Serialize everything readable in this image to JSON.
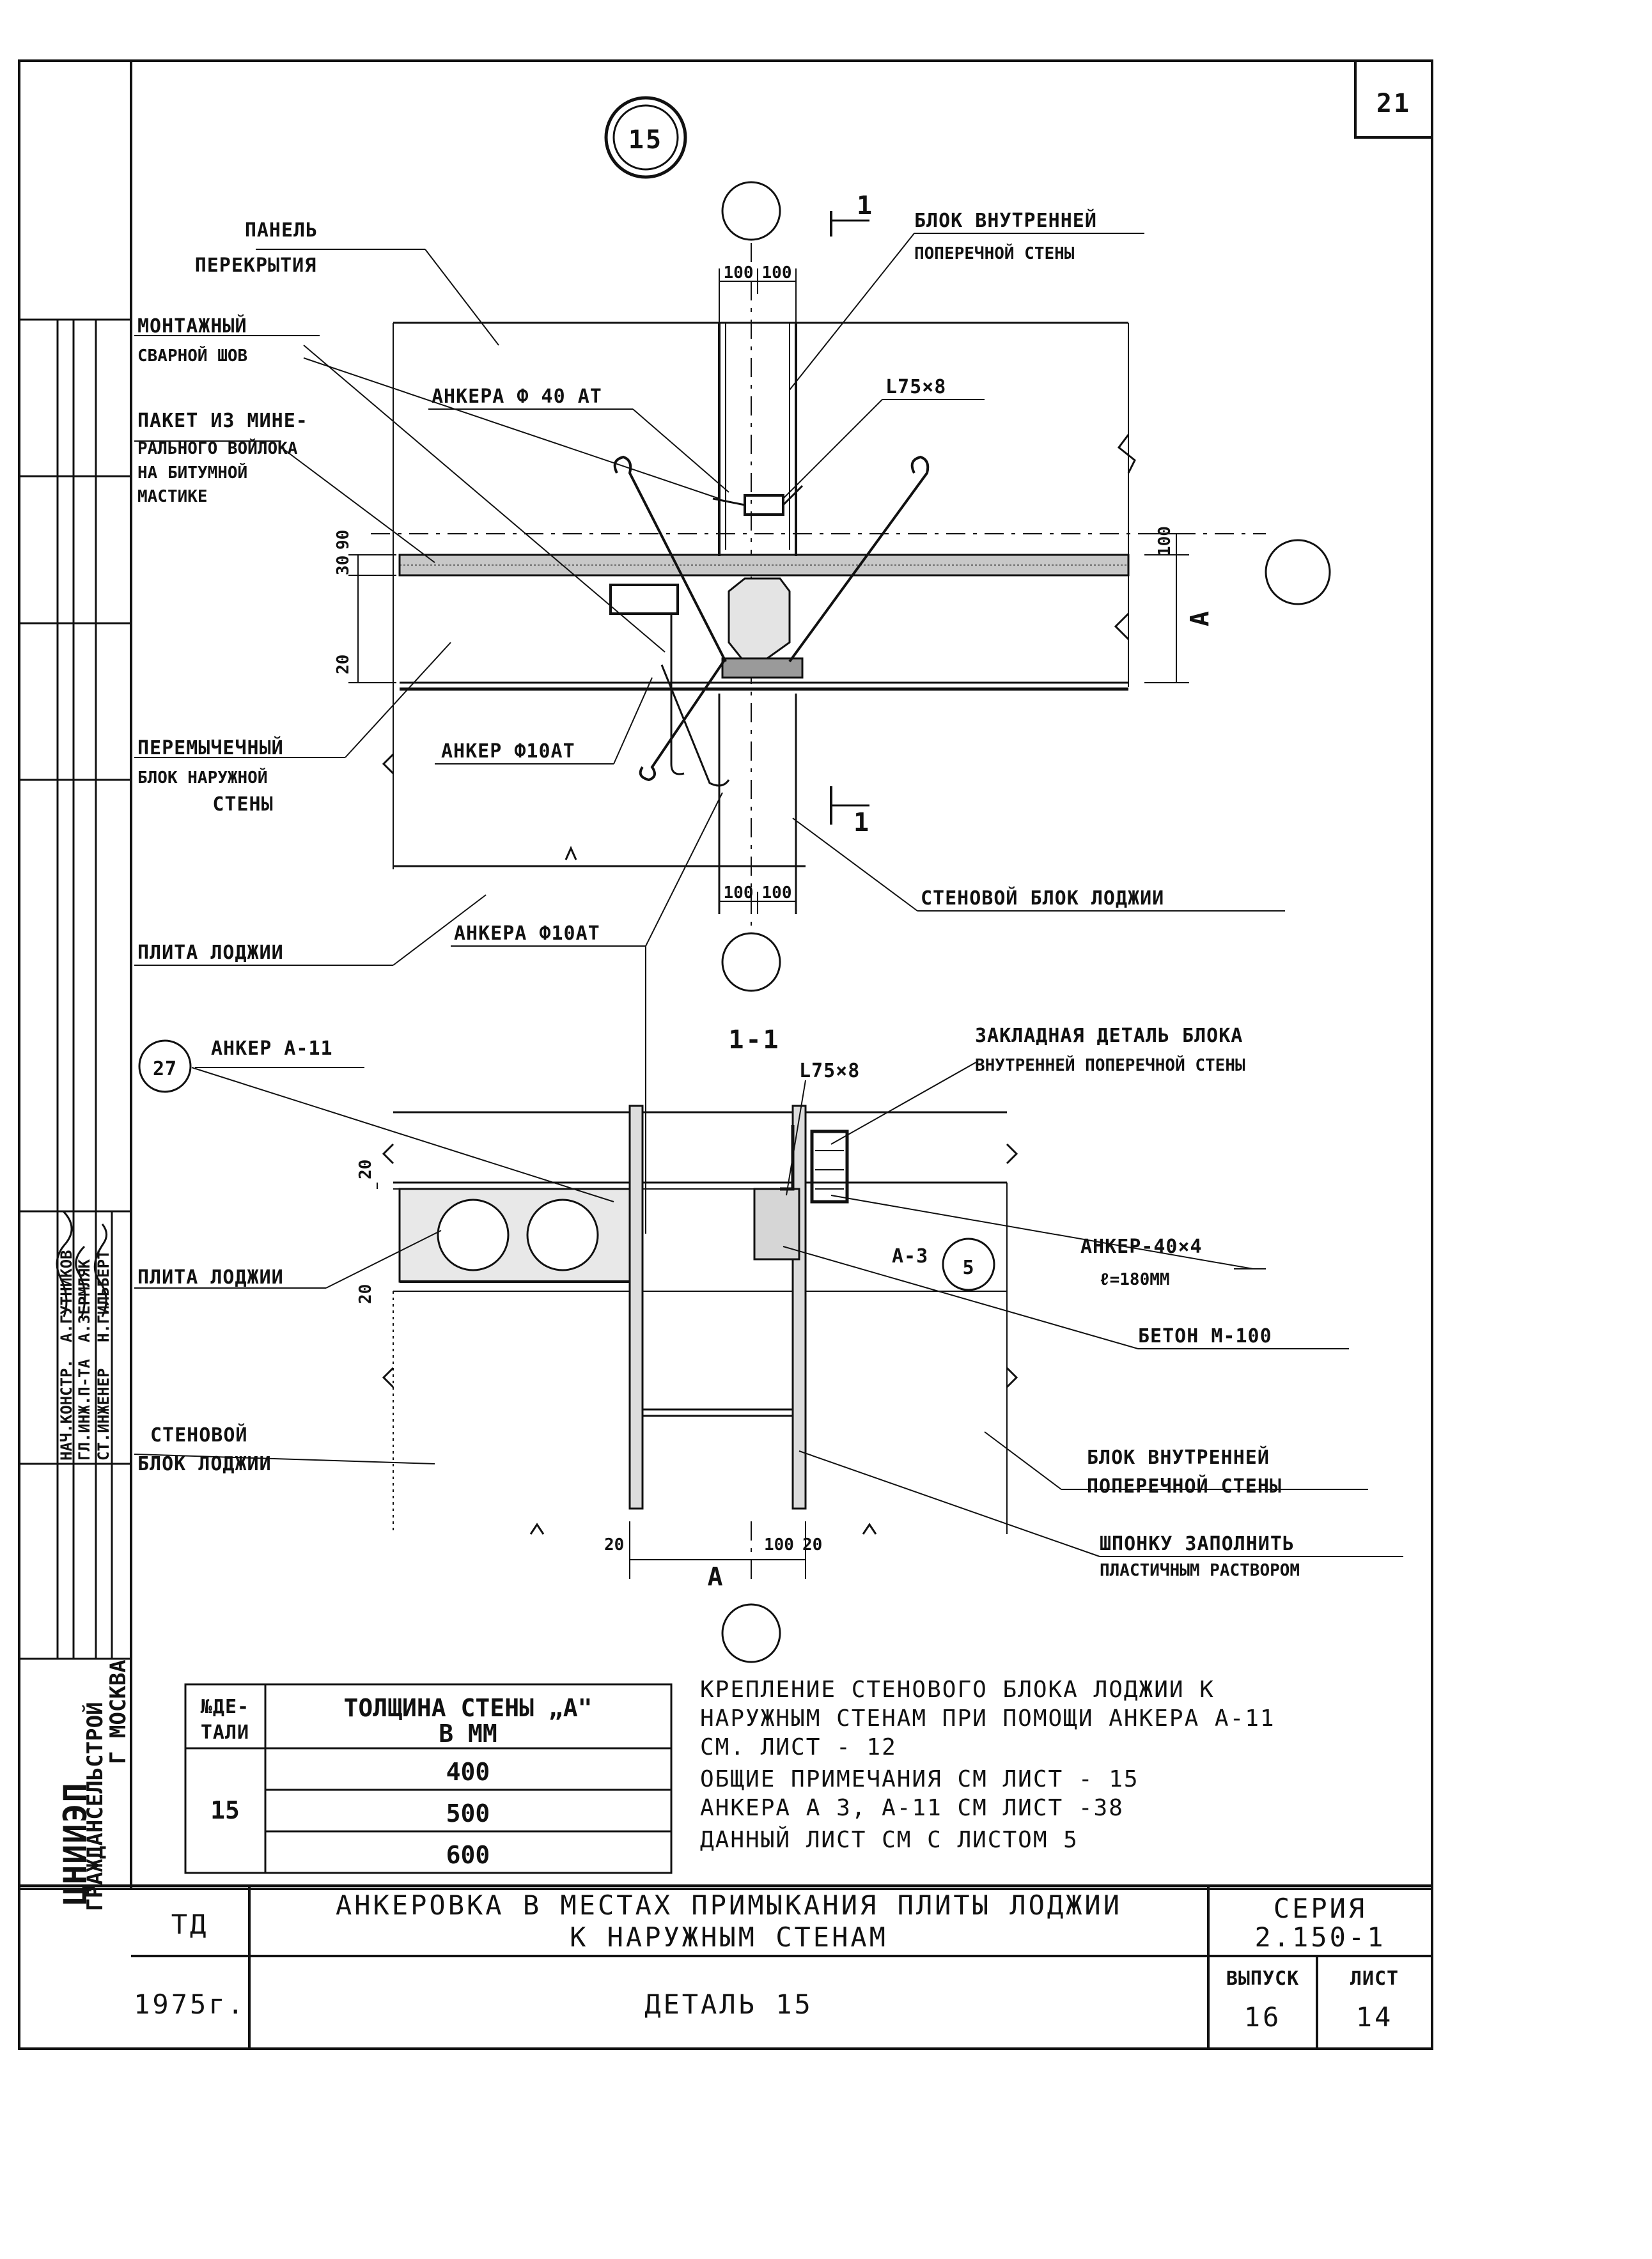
{
  "sheet_number": "21",
  "detail_marker": "15",
  "labels": {
    "panel_1": "ПАНЕЛЬ",
    "panel_2": "ПЕРЕКРЫТИЯ",
    "weld_1": "МОНТАЖНЫЙ",
    "weld_2": "СВАРНОЙ ШОВ",
    "felt_1": "ПАКЕТ ИЗ МИНЕ-",
    "felt_2": "РАЛЬНОГО ВОЙЛОКА",
    "felt_3": "НА БИТУМНОЙ",
    "felt_4": "МАСТИКЕ",
    "block_inner_1": "БЛОК ВНУТРЕННЕЙ",
    "block_inner_2": "ПОПЕРЕЧНОЙ СТЕНЫ",
    "anchors_top": "АНКЕРА Ф 40 АТ",
    "angle_top": "L75×8",
    "lintel_1": "ПЕРЕМЫЧЕЧНЫЙ",
    "lintel_2": "БЛОК НАРУЖНОЙ",
    "lintel_3": "СТЕНЫ",
    "anchor_mid": "АНКЕР Ф10АТ",
    "anchors_low": "АНКЕРА Ф10АТ",
    "loggia_block": "СТЕНОВОЙ БЛОК ЛОДЖИИ",
    "loggia_slab": "ПЛИТА ЛОДЖИИ",
    "section_mark": "1",
    "section_title": "1-1",
    "anchor_a11": "АНКЕР А-11",
    "callout_27": "27",
    "angle_sec": "L75×8",
    "embed_1": "ЗАКЛАДНАЯ ДЕТАЛЬ БЛОКА",
    "embed_2": "ВНУТРЕННЕЙ ПОПЕРЕЧНОЙ СТЕНЫ",
    "loggia_slab_sec": "ПЛИТА ЛОДЖИИ",
    "anchor_40_1": "АНКЕР-40×4",
    "anchor_40_2": "ℓ=180ММ",
    "a3": "А-3",
    "callout_5": "5",
    "concrete": "БЕТОН М-100",
    "wall_block_1": "СТЕНОВОЙ",
    "wall_block_2": "БЛОК ЛОДЖИИ",
    "inner_block_1": "БЛОК ВНУТРЕННЕЙ",
    "inner_block_2": "ПОПЕРЕЧНОЙ СТЕНЫ",
    "key_1": "ШПОНКУ ЗАПОЛНИТЬ",
    "key_2": "ПЛАСТИЧНЫМ РАСТВОРОМ"
  },
  "dims": {
    "d100": "100",
    "d30": "30",
    "d90": "90",
    "d20": "20",
    "a": "А"
  },
  "table": {
    "h_no_1": "№ДЕ-",
    "h_no_2": "ТАЛИ",
    "h_th_1": "ТОЛЩИНА СТЕНЫ „А\"",
    "h_th_2": "В ММ",
    "detail": "15",
    "rows": [
      "400",
      "500",
      "600"
    ]
  },
  "notes": {
    "l1": "КРЕПЛЕНИЕ СТЕНОВОГО БЛОКА ЛОДЖИИ К",
    "l2": "НАРУЖНЫМ СТЕНАМ ПРИ ПОМОЩИ АНКЕРА А-11",
    "l3": "СМ. ЛИСТ - 12",
    "l4": "ОБЩИЕ ПРИМЕЧАНИЯ СМ ЛИСТ - 15",
    "l5": "АНКЕРА А 3, А-11 СМ ЛИСТ -38",
    "l6": "ДАННЫЙ ЛИСТ СМ С ЛИСТОМ 5"
  },
  "title_block": {
    "code": "ТД",
    "title_1": "АНКЕРОВКА В МЕСТАХ ПРИМЫКАНИЯ ПЛИТЫ ЛОДЖИИ",
    "title_2": "К НАРУЖНЫМ СТЕНАМ",
    "series_label": "СЕРИЯ",
    "series_value": "2.150-1",
    "year": "1975г.",
    "detail_title": "ДЕТАЛЬ 15",
    "issue_label": "ВЫПУСК",
    "issue_value": "16",
    "sheet_label": "ЛИСТ",
    "sheet_value": "14"
  },
  "side_stamp": {
    "org_1": "ЦНИИЭП",
    "org_2": "ГРАЖДАНСЕЛЬСТРОЙ",
    "org_3": "Г МОСКВА",
    "r1_role": "НАЧ.КОНСТР.",
    "r1_name": "А.ГУТНИКОВ",
    "r2_role": "ГЛ.ИНЖ.П-ТА",
    "r2_name": "А.ЗЕРМЛЯК",
    "r3_role": "СТ.ИНЖЕНЕР",
    "r3_name": "Н.ГИЛЬБЕРТ"
  }
}
